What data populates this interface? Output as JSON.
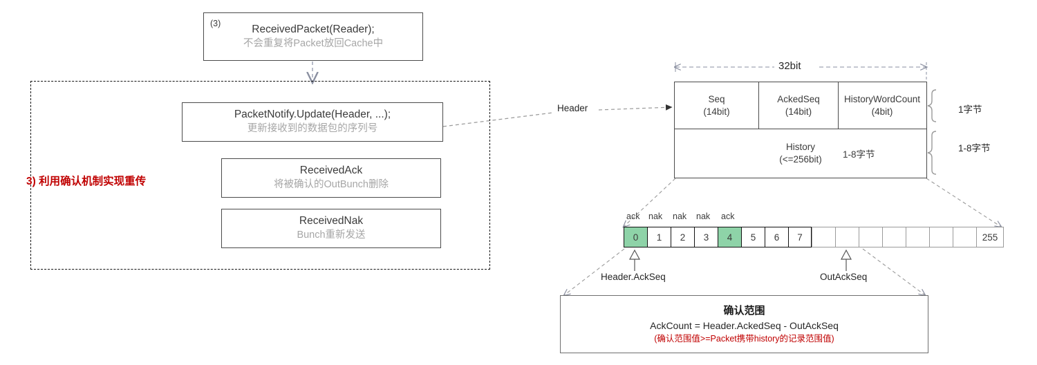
{
  "flow": {
    "top_box": {
      "index": "(3)",
      "title": "ReceivedPacket(Reader);",
      "sub": "不会重复将Packet放回Cache中"
    },
    "group_label": "3) 利用确认机制实现重传",
    "boxes": [
      {
        "title": "PacketNotify.Update(Header, ...);",
        "sub": "更新接收到的数据包的序列号"
      },
      {
        "title": "ReceivedAck",
        "sub": "将被确认的OutBunch删除"
      },
      {
        "title": "ReceivedNak",
        "sub": "Bunch重新发送"
      }
    ],
    "connector_label": "Header"
  },
  "packet": {
    "width_label": "32bit",
    "row1": [
      {
        "name": "Seq",
        "size": "(14bit)"
      },
      {
        "name": "AckedSeq",
        "size": "(14bit)"
      },
      {
        "name": "HistoryWordCount",
        "size": "(4bit)"
      }
    ],
    "row2": {
      "name": "History",
      "size": "(<=256bit)",
      "extra": "1-8字节"
    },
    "braces": [
      {
        "label": "1字节"
      },
      {
        "label": "1-8字节"
      }
    ]
  },
  "history_bits": {
    "flags": [
      "ack",
      "nak",
      "nak",
      "nak",
      "ack"
    ],
    "cells": [
      "0",
      "1",
      "2",
      "3",
      "4",
      "5",
      "6",
      "7"
    ],
    "ack_indices": [
      0,
      4
    ],
    "tail_cells": [
      "",
      "",
      "",
      "",
      "",
      "",
      "",
      "255"
    ],
    "pointers": [
      {
        "label": "Header.AckSeq"
      },
      {
        "label": "OutAckSeq"
      }
    ]
  },
  "range_box": {
    "title": "确认范围",
    "formula": "AckCount = Header.AckedSeq - OutAckSeq",
    "note": "(确认范围值>=Packet携带history的记录范围值)"
  },
  "colors": {
    "ack_green": "#8ed3a8",
    "red": "#c00000",
    "box_border": "#4a4a4a",
    "muted_text": "#a6a6a6"
  }
}
